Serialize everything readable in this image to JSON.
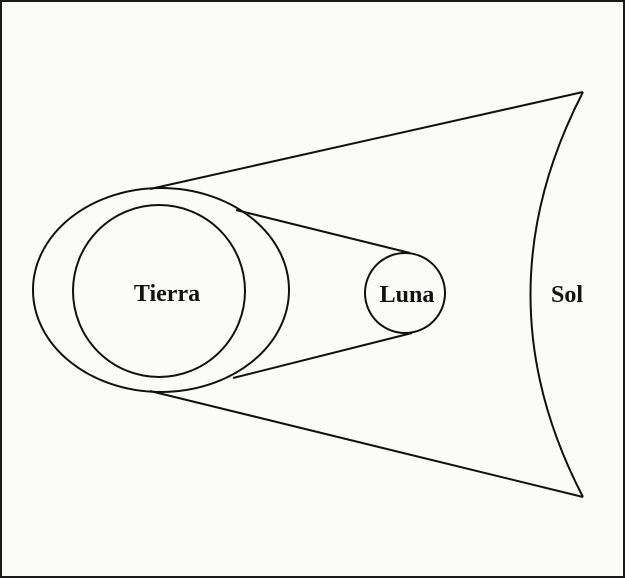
{
  "diagram": {
    "labels": {
      "earth": "Tierra",
      "moon": "Luna",
      "sun": "Sol"
    },
    "colors": {
      "stroke": "#111111",
      "background": "#fbfbf9",
      "frame": "#1a1a1a"
    }
  }
}
